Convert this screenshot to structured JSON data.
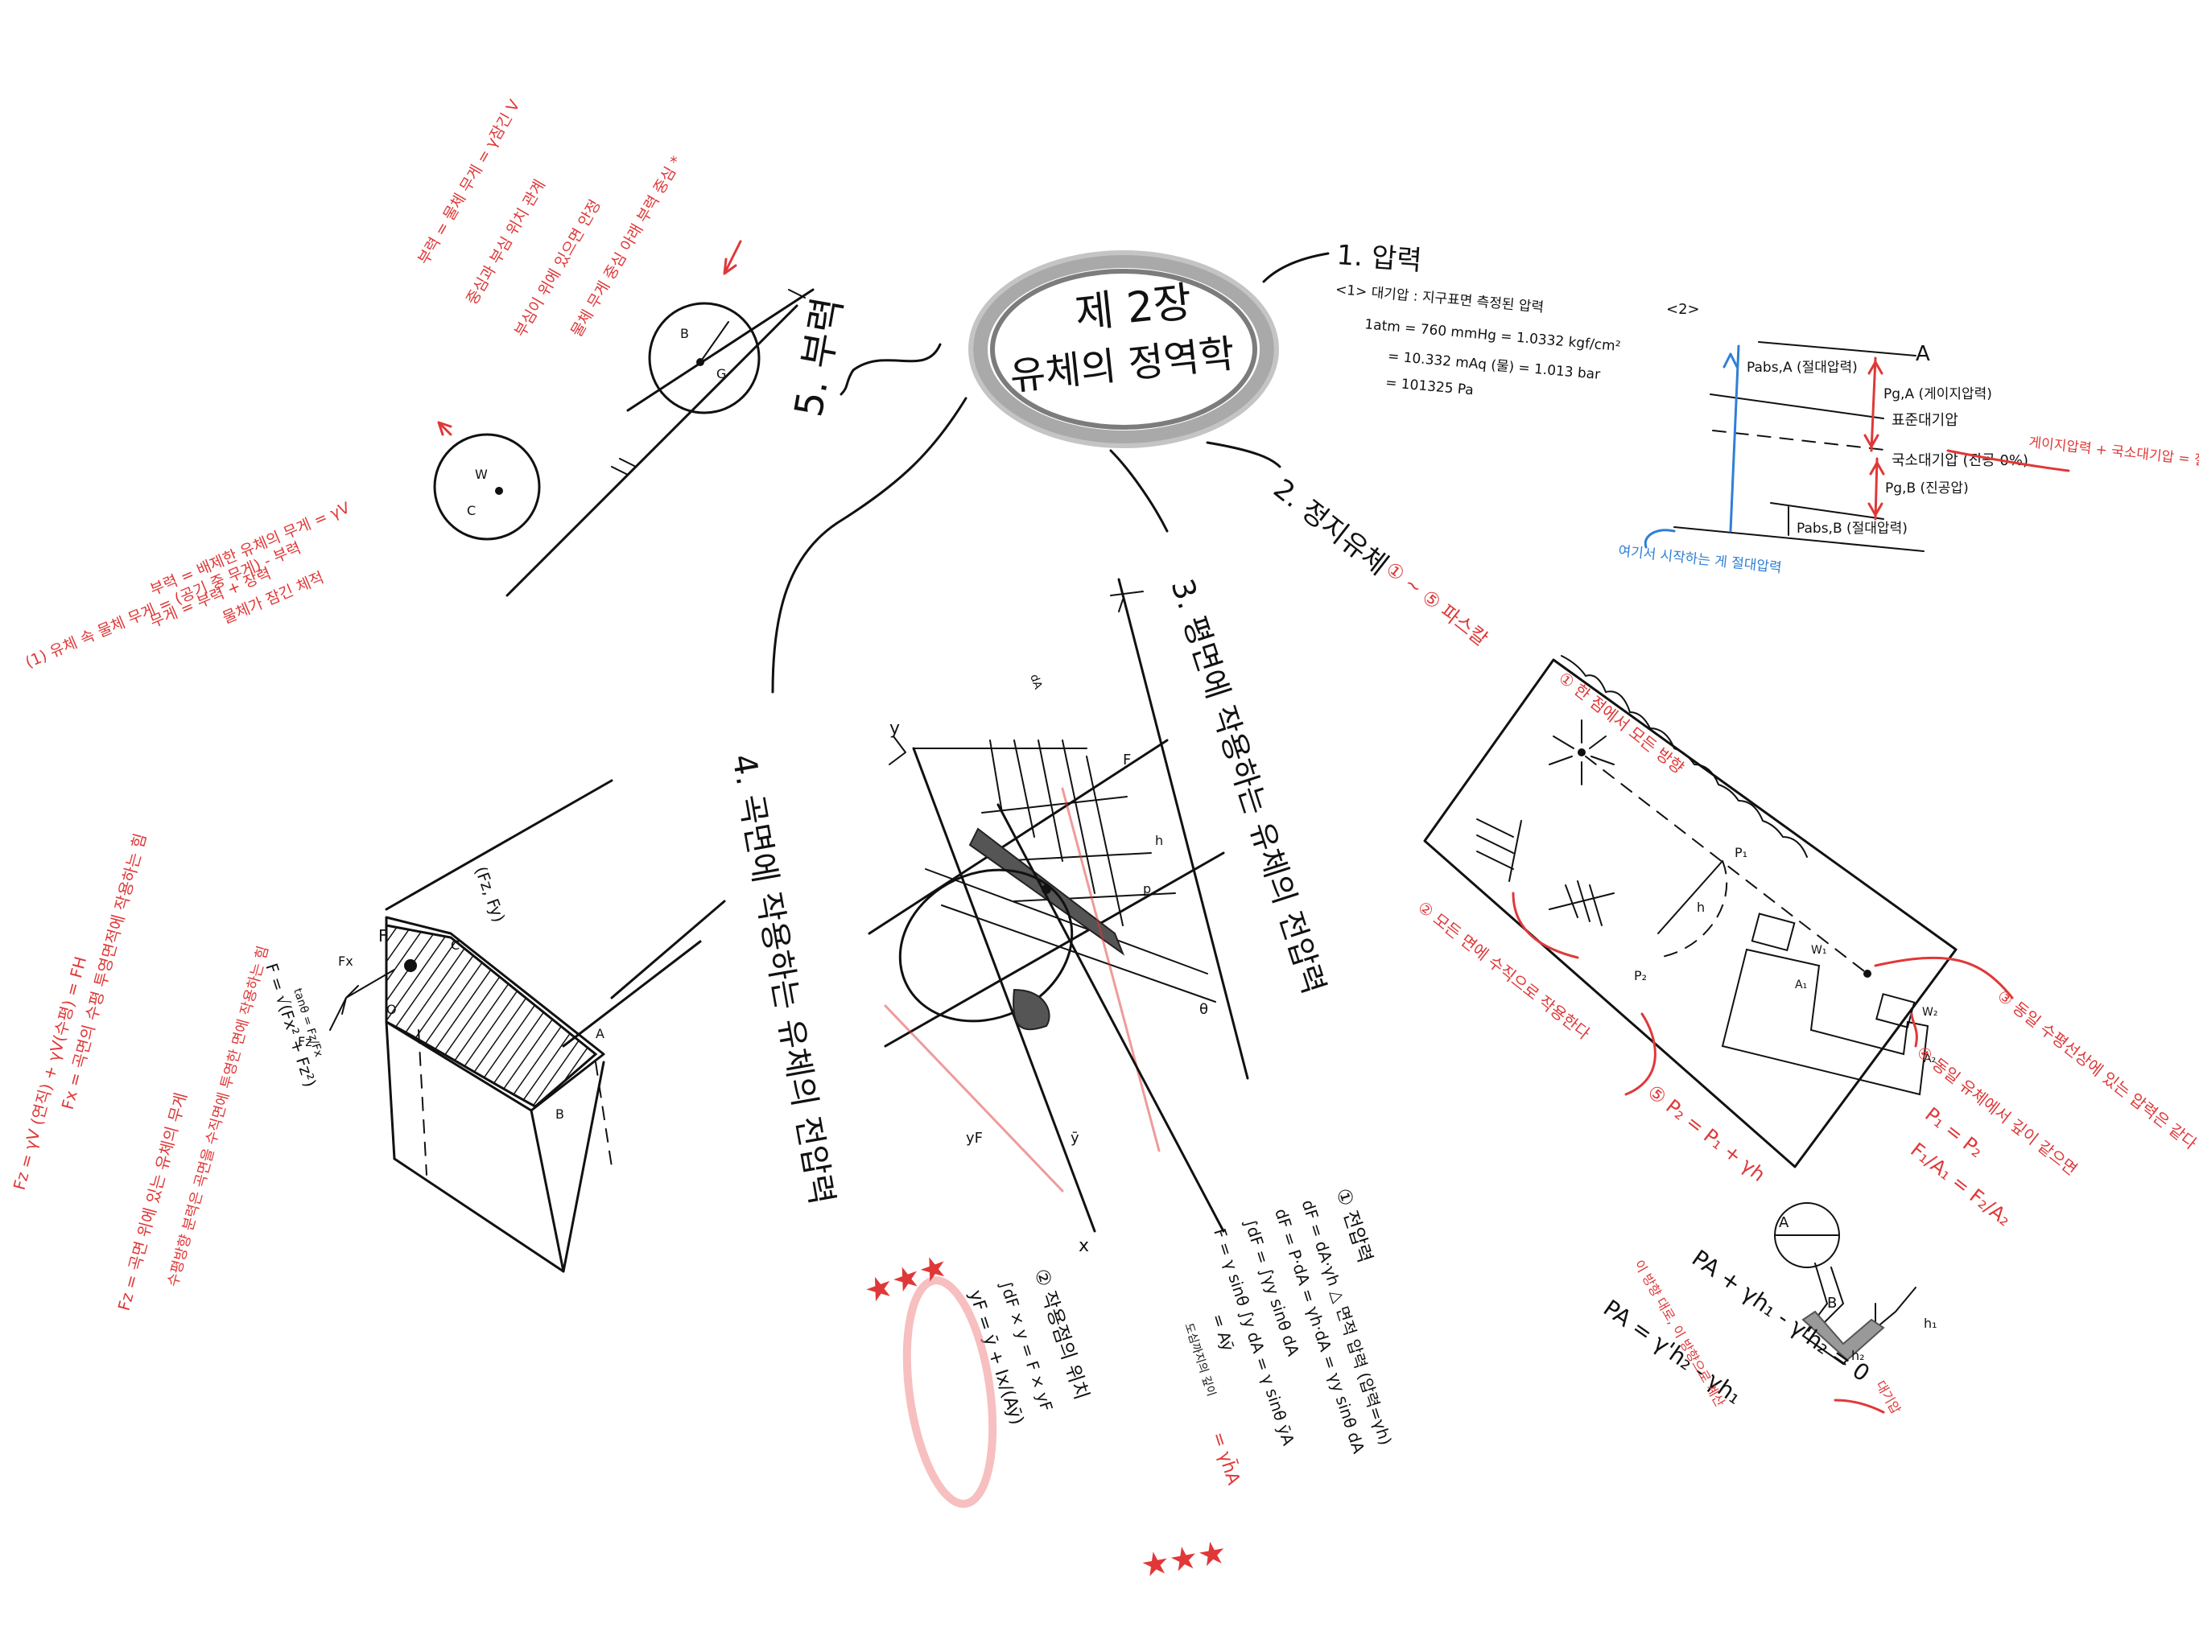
{
  "title": {
    "line1": "제 2장",
    "line2": "유체의 정역학"
  },
  "sections": {
    "s1": "1. 압력",
    "s2": "2. 정지유체",
    "s3": "3. 평면에 작용하는 유체의 전압력",
    "s4": "4. 곡면에 작용하는 유체의 전압력",
    "s5": "5. 부력"
  },
  "pressure": {
    "note1": "<1> 대기압 : 지구표면 측정된 압력",
    "atm1": "1atm = 760 mmHg = 1.0332 kgf/cm²",
    "atm2": "= 10.332 mAq (물) = 1.013 bar",
    "atm3": "= 101325 Pa",
    "note2": "<2>",
    "A": "A",
    "pabsA": "Pabs,A (절대압력)",
    "pgA": "Pg,A (게이지압력)",
    "standard": "표준대기압",
    "local": "국소대기압 (진공 0%)",
    "pgB": "Pg,B (진공압)",
    "pabsB": "Pabs,B (절대압력)",
    "red_note": "게이지압력 + 국소대기압 = 절대압력",
    "blue_note": "여기서 시작하는 게 절대압력"
  },
  "static_fluid": {
    "range": "① ~ ⑤ 파스칼",
    "n1": "① 한 점에서 모든 방향",
    "n2": "② 모든 면에 수직으로 작용한다",
    "n3": "③ 동일 수평선상에 있는 압력은 같다",
    "n4": "④ 동일 유체에서 깊이 같으면",
    "p_eq1": "P₁ = P₂",
    "p_eq2": "F₁/A₁ = F₂/A₂",
    "n5": "⑤ P₂ = P₁ + γh",
    "labels": [
      "P₁",
      "P₂",
      "h",
      "W₁",
      "W₂",
      "A₁",
      "A₂"
    ]
  },
  "manometer": {
    "labels": [
      "A",
      "B",
      "h₁",
      "h₂"
    ],
    "eq1": "PA + γh₁ - γ'h₂ = 0",
    "eq2": "PA = γ'h₂ - γh₁",
    "note": "이 방향 대로, 이 방향으로 계산",
    "note2": "대기압"
  },
  "plane_force": {
    "labels": [
      "y",
      "x",
      "F",
      "h",
      "p",
      "θ",
      "dA",
      "ȳ",
      "yF"
    ],
    "c1_title": "① 전압력",
    "c1_l1": "dF = dA·γh   △ 면적 압력 (압력=γh)",
    "c1_l2": "dF = P·dA = γh·dA = γy sinθ dA",
    "c1_l3": "∫dF = ∫γy sinθ dA",
    "c1_l4": "F = γ sinθ ∫y dA = γ sinθ ȳA",
    "c1_l5": "= Aȳ",
    "c1_l6": "= γh̄A",
    "c1_note": "도심까지의 깊이",
    "c2_title": "② 작용점의 위치",
    "c2_l1": "∫dF × y = F × yF",
    "c2_l2": "yF = ȳ + Ix/(Aȳ)",
    "stars": "★★★"
  },
  "curved_force": {
    "labels": [
      "F",
      "Fx",
      "Fy",
      "Fz",
      "A",
      "B",
      "C",
      "O"
    ],
    "dims": "(Fz, Fy)",
    "eq": "F = √(Fx² + Fz²)",
    "angle": "tanθ = Fz/Fx",
    "red1": "Fx = 곡면의 수평 투영면적에 작용하는 힘",
    "red2": "Fz = 곡면 위에 있는 유체의 무게",
    "red3": "Fz = γV (연직) + γV(수평) = FH",
    "red4": "수평방향 분력은 곡면을 수직면에 투영한 면에 작용하는 힘"
  },
  "buoyancy": {
    "labels": [
      "B",
      "C",
      "G",
      "W"
    ],
    "red1": "부력 = 배제한 유체의 무게 = γV",
    "red2": "무게 = 부력 + 장력",
    "red3": "(1) 유체 속 물체 무게 = (공기 중 무게) - 부력",
    "red4": "물체가 잠긴 체적",
    "red5": "부력 = 물체 무게 = γ잠긴 V",
    "red6": "중심과 부심 위치 관계",
    "red7": "부심이 위에 있으면 안정",
    "red8": "물체 무게 중심 아래 부력 중심 *"
  }
}
